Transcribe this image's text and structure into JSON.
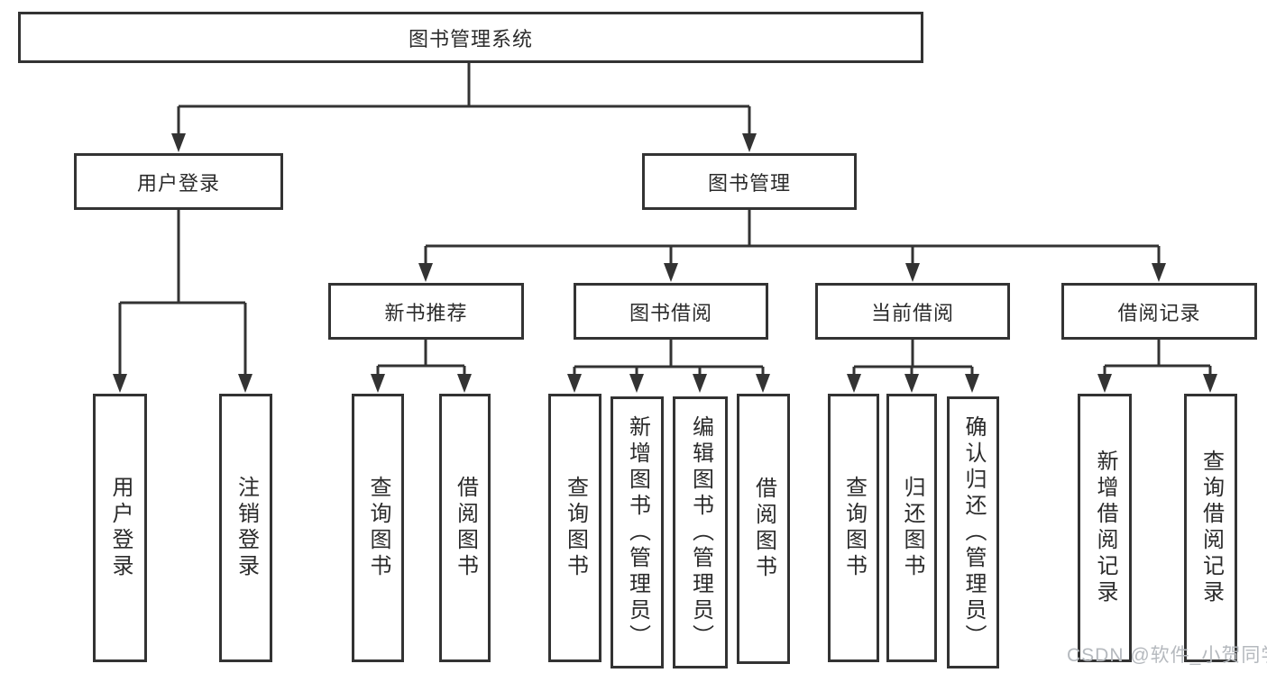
{
  "tree": {
    "root": {
      "label": "图书管理系统",
      "children": [
        {
          "label": "用户登录",
          "children": [
            {
              "label": "用户登录"
            },
            {
              "label": "注销登录"
            }
          ]
        },
        {
          "label": "图书管理",
          "children": [
            {
              "label": "新书推荐",
              "children": [
                {
                  "label": "查询图书"
                },
                {
                  "label": "借阅图书"
                }
              ]
            },
            {
              "label": "图书借阅",
              "children": [
                {
                  "label": "查询图书"
                },
                {
                  "label": "新增图书（管理员）"
                },
                {
                  "label": "编辑图书（管理员）"
                },
                {
                  "label": "借阅图书"
                }
              ]
            },
            {
              "label": "当前借阅",
              "children": [
                {
                  "label": "查询图书"
                },
                {
                  "label": "归还图书"
                },
                {
                  "label": "确认归还（管理员）"
                }
              ]
            },
            {
              "label": "借阅记录",
              "children": [
                {
                  "label": "新增借阅记录"
                },
                {
                  "label": "查询借阅记录"
                }
              ]
            }
          ]
        }
      ]
    }
  },
  "watermark": {
    "text": "CSDN @软件_小贺同学"
  },
  "colors": {
    "line": "#333333",
    "box_border": "#333333",
    "box_fill": "#ffffff",
    "text": "#2b2b2b",
    "watermark": "#b5b9be",
    "background": "#ffffff"
  }
}
